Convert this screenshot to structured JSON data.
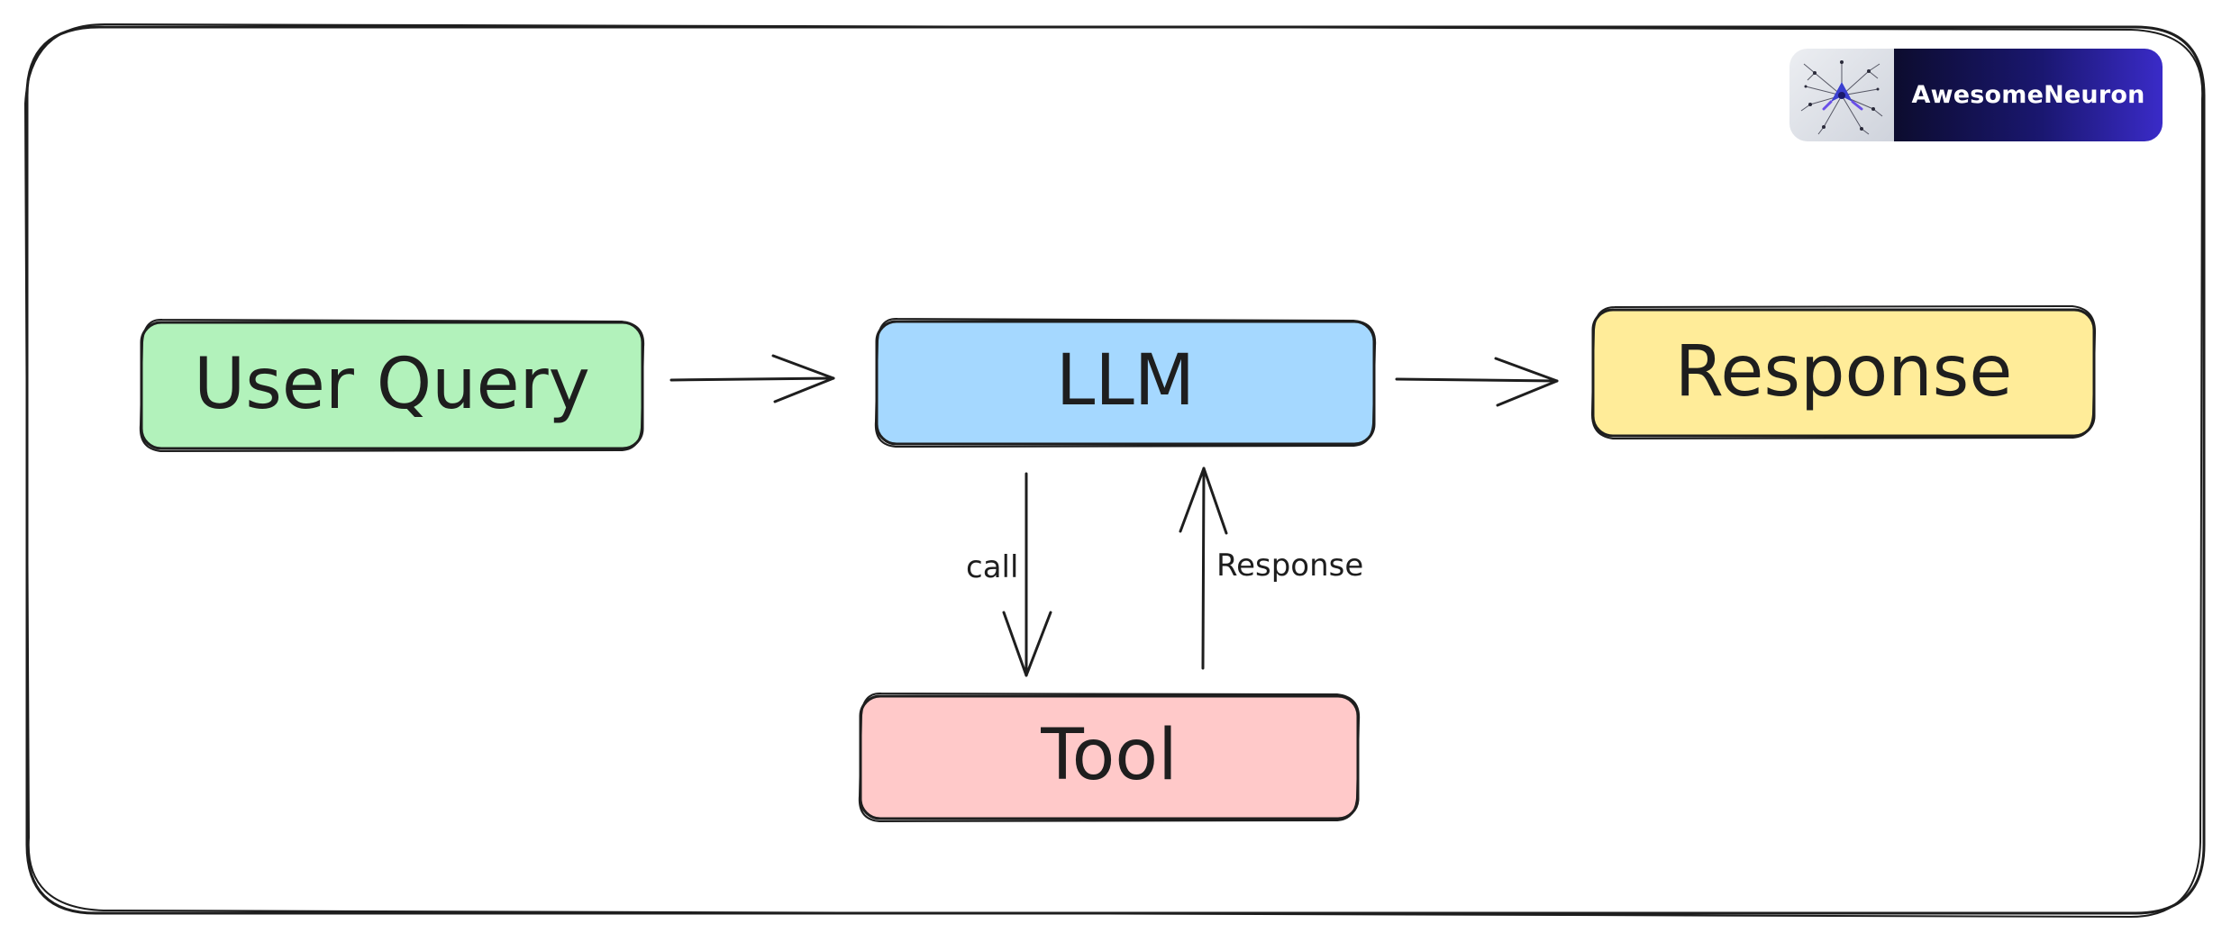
{
  "nodes": {
    "user_query": {
      "label": "User Query",
      "fill": "#b2f2bb"
    },
    "llm": {
      "label": "LLM",
      "fill": "#a5d8ff"
    },
    "response": {
      "label": "Response",
      "fill": "#ffec99"
    },
    "tool": {
      "label": "Tool",
      "fill": "#ffc9c9"
    }
  },
  "edges": {
    "call_label": "call",
    "response_label": "Response"
  },
  "badge": {
    "name": "AwesomeNeuron",
    "icon": "neuron-network-icon"
  },
  "colors": {
    "stroke": "#1e1e1e",
    "background": "#ffffff"
  }
}
